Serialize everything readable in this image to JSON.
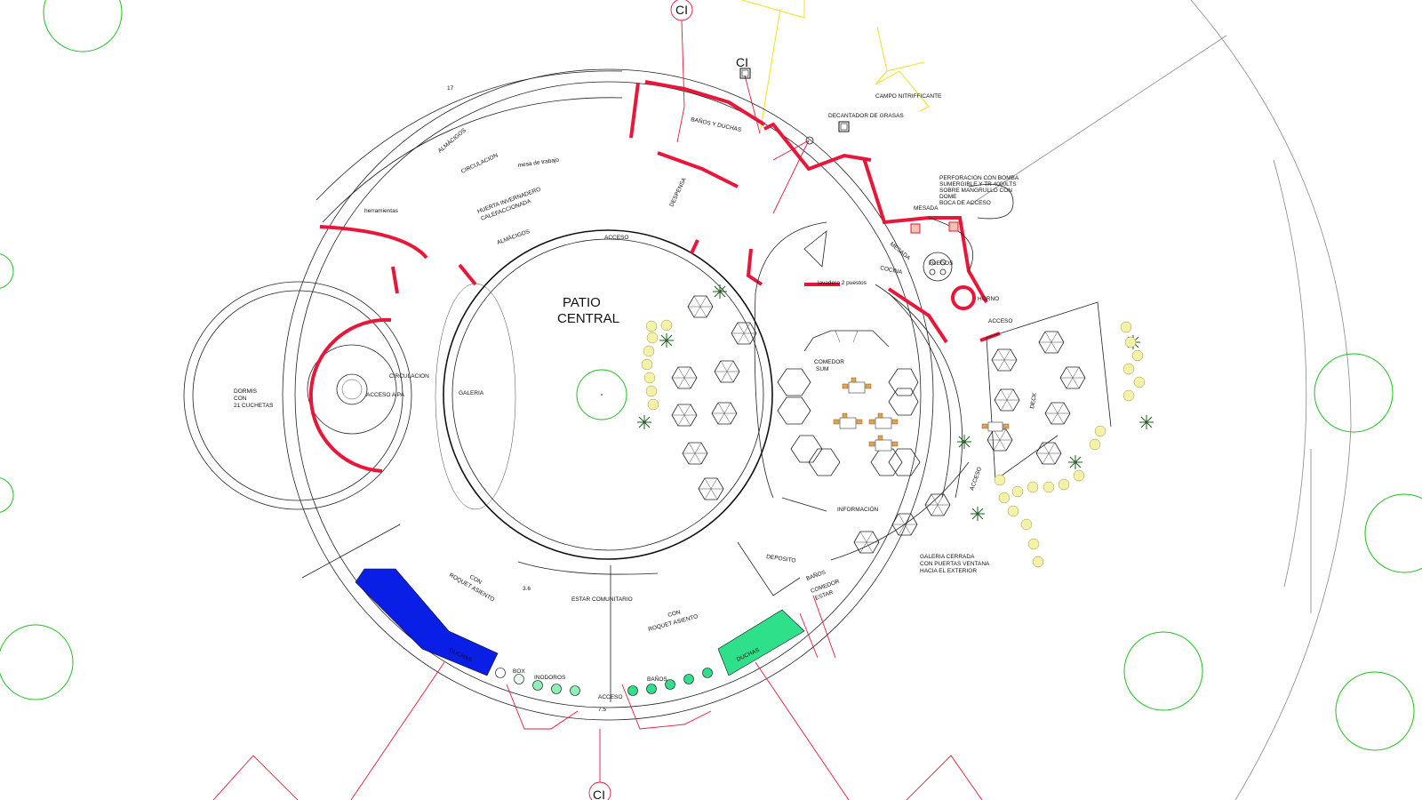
{
  "labels": {
    "patio_1": "PATIO",
    "patio_2": "CENTRAL",
    "ci_top": "CI",
    "ci_top2": "CI",
    "ci_bottom": "CI",
    "campo": "CAMPO NITRIFFICANTE",
    "decantador": "DECANTADOR DE GRASAS",
    "banos_duchas": "BAÑOS Y DUCHAS",
    "perforacion_1": "PERFORACION CON BOMBA",
    "perforacion_2": "SUMERGIBLE Y TR 4000LTS",
    "perforacion_3": "SOBRE MANGRULLO CON",
    "perforacion_4": "DOME",
    "perforacion_5": "BOCA DE ACCESO",
    "herramientas": "herramientas",
    "almacigos_1": "ALMÁCIGOS",
    "almacigos_2": "ALMÁCIGOS",
    "circulacion_1": "CIRCULACION",
    "circulacion_2": "CIRCULACION",
    "mesa_trabajo": "mesa de trabajo",
    "huerta_1": "HUERTA INVERNADERO",
    "huerta_2": "CALEFACCIONADA",
    "acceso_top": "ACCESO",
    "acceso_right": "ACCESO",
    "acceso_right2": "ACCESO",
    "acceso_bottom": "ACCESO",
    "acceso_pa": "ACCESO A PA",
    "dormis_1": "DORMIS",
    "dormis_2": "CON",
    "dormis_3": "21 CUCHETAS",
    "galeria": "GALERIA",
    "cocina": "COCINA",
    "mesada_1": "MESADA",
    "mesada_2": "MESADA",
    "fuegos": "FUEGOS",
    "horno": "HORNO",
    "comedor_1": "COMEDOR",
    "comedor_2": "SUM",
    "deck": "DECK",
    "informacion": "INFORMACIÓN",
    "galeria_cerrada_1": "GALERIA CERRADA",
    "galeria_cerrada_2": "CON PUERTAS VENTANA",
    "galeria_cerrada_3": "HACIA EL EXTERIOR",
    "deposito": "DEPOSITO",
    "banos_small": "BAÑOS",
    "comedor_estar_1": "COMEDOR",
    "comedor_estar_2": "ESTAR",
    "estar_comunitario": "ESTAR COMUNITARIO",
    "roquet_1a": "CON",
    "roquet_1b": "ROQUET ASIENTO",
    "roquet_2a": "CON",
    "roquet_2b": "ROQUET ASIENTO",
    "duchas_1": "DUCHAS",
    "duchas_2": "DUCHAS",
    "box": "BOX",
    "inodoros": "INODOROS",
    "banos_bottom": "BAÑOS",
    "dim_36": "3.6",
    "dim_75": "7.5",
    "dim_17": "17",
    "lavadero": "lavadero 2 puestos",
    "despensa": "DESPENSA"
  },
  "colors": {
    "wall_red": "#e8173a",
    "tree_green": "#1fc11f",
    "sewage_yellow": "#f2e01a",
    "shower_blue": "#0a1fe6",
    "shower_green": "#2fe08a",
    "bush_yellow": "#f4f1a8"
  },
  "icons": [
    "hexagon-table-icon",
    "palm-plant-icon",
    "bush-icon",
    "table-chairs-icon",
    "burner-icon"
  ]
}
